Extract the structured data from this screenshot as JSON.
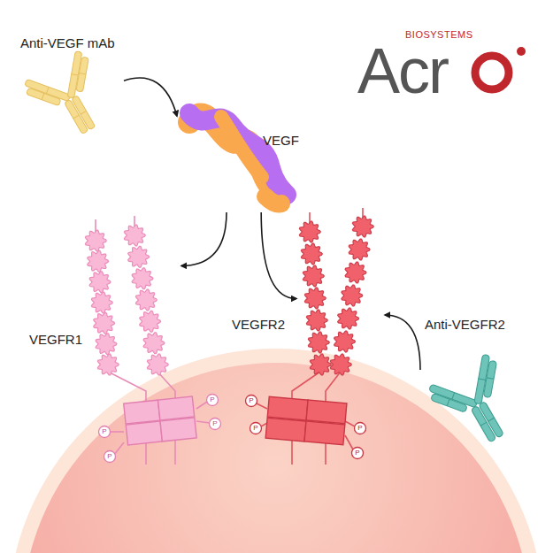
{
  "diagram": {
    "nodes": [
      {
        "text": [
          "Anti-VEGF mAb"
        ]
      },
      {
        "text": [
          "VEGF"
        ]
      },
      {
        "text": [
          "VEGFR1"
        ]
      },
      {
        "text": [
          "VEGFR2"
        ]
      },
      {
        "text": [
          "Anti-VEGFR2"
        ]
      }
    ],
    "edges": [
      {
        "from": 0,
        "to": 1,
        "arrow": "to"
      },
      {
        "from": 1,
        "to": 2,
        "arrow": "to"
      },
      {
        "from": 1,
        "to": 3,
        "arrow": "to"
      },
      {
        "from": 4,
        "to": 3,
        "arrow": "to"
      }
    ],
    "labels": [
      "BIOSYSTEMS",
      "Acr",
      "P",
      "P",
      "P",
      "P",
      "P",
      "P",
      "P",
      "P"
    ]
  }
}
